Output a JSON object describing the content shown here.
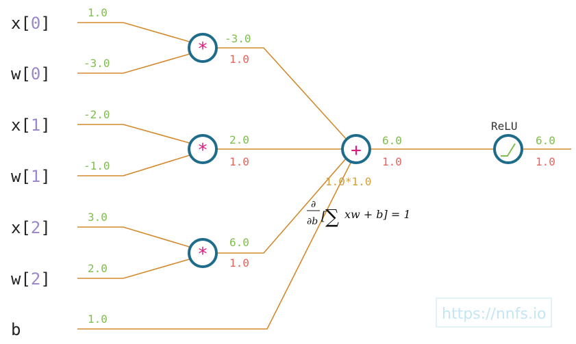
{
  "inputs": [
    {
      "name": "x",
      "index": "0",
      "value": "1.0"
    },
    {
      "name": "w",
      "index": "0",
      "value": "-3.0"
    },
    {
      "name": "x",
      "index": "1",
      "value": "-2.0"
    },
    {
      "name": "w",
      "index": "1",
      "value": "-1.0"
    },
    {
      "name": "x",
      "index": "2",
      "value": "3.0"
    },
    {
      "name": "w",
      "index": "2",
      "value": "2.0"
    }
  ],
  "bias": {
    "name": "b",
    "value": "1.0"
  },
  "mult_nodes": [
    {
      "op": "*",
      "forward": "-3.0",
      "grad": "1.0"
    },
    {
      "op": "*",
      "forward": "2.0",
      "grad": "1.0"
    },
    {
      "op": "*",
      "forward": "6.0",
      "grad": "1.0"
    }
  ],
  "sum_node": {
    "op": "+",
    "forward": "6.0",
    "grad": "1.0",
    "chain": "1.0*1.0"
  },
  "relu_node": {
    "label": "ReLU",
    "forward": "6.0",
    "grad": "1.0"
  },
  "formula": {
    "num": "∂",
    "den": "∂b",
    "open": "[",
    "sum": "∑",
    "expr": "xw + b] = 1"
  },
  "watermark": "https://nnfs.io",
  "colors": {
    "wire": "#d4882c",
    "node_stroke": "#1e6b8a",
    "operator": "#e0197d",
    "forward_value": "#7cbf4a",
    "gradient_value": "#e8645a",
    "chain_rule": "#d4a03a",
    "index": "#9b87c9"
  }
}
